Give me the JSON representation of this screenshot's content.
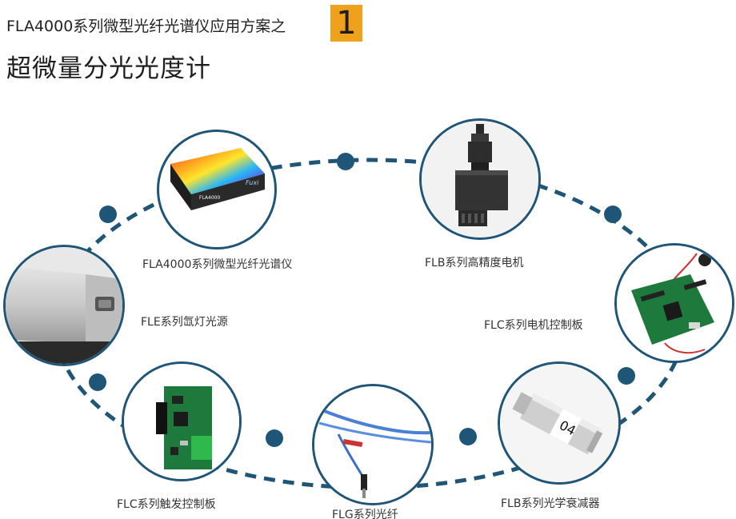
{
  "header": {
    "title": "FLA4000系列微型光纤光谱仪应用方案之",
    "number": "1",
    "subtitle": "超微量分光光度计"
  },
  "colors": {
    "accent": "#1f5577",
    "badge": "#f0a11c"
  },
  "components": [
    {
      "label": "FLA4000系列微型光纤光谱仪",
      "image": "spectrometer"
    },
    {
      "label": "FLB系列高精度电机",
      "image": "stepper-motor"
    },
    {
      "label": "FLC系列电机控制板",
      "image": "motor-control-board"
    },
    {
      "label": "FLB系列光学衰减器",
      "image": "optical-attenuator"
    },
    {
      "label": "FLG系列光纤",
      "image": "optical-fiber"
    },
    {
      "label": "FLC系列触发控制板",
      "image": "trigger-control-board"
    },
    {
      "label": "FLE系列氙灯光源",
      "image": "xenon-light-source"
    }
  ]
}
